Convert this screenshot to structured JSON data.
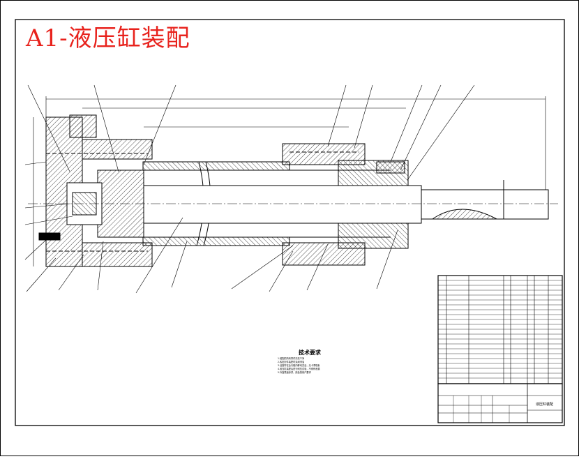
{
  "drawing_title": "A1-液压缸装配",
  "technical_requirements": {
    "heading": "技术要求",
    "lines": [
      "1.装配前所有零件清洗干净",
      "2.各密封件装配时涂润滑油",
      "3.活塞杆在全行程内移动灵活，无卡滞现象",
      "4.液压缸装配后进行耐压试验，不得有泄漏",
      "5.外露表面涂漆，颜色按用户要求"
    ]
  },
  "title_block": {
    "drawing_name": "液压缸装配"
  },
  "colors": {
    "title": "#e8221c",
    "line": "#000000",
    "paper": "#ffffff"
  }
}
